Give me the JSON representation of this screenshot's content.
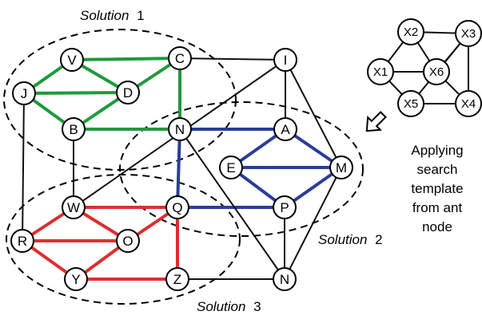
{
  "nodes": [
    {
      "id": "V",
      "label": "V",
      "group": "main"
    },
    {
      "id": "C",
      "label": "C",
      "group": "main"
    },
    {
      "id": "I",
      "label": "I",
      "group": "main"
    },
    {
      "id": "J",
      "label": "J",
      "group": "main"
    },
    {
      "id": "D",
      "label": "D",
      "group": "main"
    },
    {
      "id": "B",
      "label": "B",
      "group": "main"
    },
    {
      "id": "N1",
      "label": "N",
      "group": "main"
    },
    {
      "id": "A",
      "label": "A",
      "group": "main"
    },
    {
      "id": "E",
      "label": "E",
      "group": "main"
    },
    {
      "id": "M",
      "label": "M",
      "group": "main"
    },
    {
      "id": "W",
      "label": "W",
      "group": "main"
    },
    {
      "id": "Q",
      "label": "Q",
      "group": "main"
    },
    {
      "id": "P",
      "label": "P",
      "group": "main"
    },
    {
      "id": "R",
      "label": "R",
      "group": "main"
    },
    {
      "id": "O",
      "label": "O",
      "group": "main"
    },
    {
      "id": "Y",
      "label": "Y",
      "group": "main"
    },
    {
      "id": "Z",
      "label": "Z",
      "group": "main"
    },
    {
      "id": "N2",
      "label": "N",
      "group": "main"
    },
    {
      "id": "X2",
      "label": "X2",
      "group": "template"
    },
    {
      "id": "X3",
      "label": "X3",
      "group": "template"
    },
    {
      "id": "X1",
      "label": "X1",
      "group": "template"
    },
    {
      "id": "X6",
      "label": "X6",
      "group": "template"
    },
    {
      "id": "X5",
      "label": "X5",
      "group": "template"
    },
    {
      "id": "X4",
      "label": "X4",
      "group": "template"
    }
  ],
  "edges": [
    {
      "from": "V",
      "to": "C",
      "color": "green"
    },
    {
      "from": "V",
      "to": "J",
      "color": "green"
    },
    {
      "from": "V",
      "to": "D",
      "color": "green"
    },
    {
      "from": "J",
      "to": "D",
      "color": "green"
    },
    {
      "from": "J",
      "to": "B",
      "color": "green"
    },
    {
      "from": "D",
      "to": "B",
      "color": "green"
    },
    {
      "from": "D",
      "to": "C",
      "color": "green"
    },
    {
      "from": "C",
      "to": "N1",
      "color": "green"
    },
    {
      "from": "B",
      "to": "N1",
      "color": "green"
    },
    {
      "from": "N1",
      "to": "A",
      "color": "blue"
    },
    {
      "from": "N1",
      "to": "Q",
      "color": "blue"
    },
    {
      "from": "A",
      "to": "E",
      "color": "blue"
    },
    {
      "from": "A",
      "to": "M",
      "color": "blue"
    },
    {
      "from": "E",
      "to": "M",
      "color": "blue"
    },
    {
      "from": "E",
      "to": "P",
      "color": "blue"
    },
    {
      "from": "M",
      "to": "P",
      "color": "blue"
    },
    {
      "from": "Q",
      "to": "P",
      "color": "blue"
    },
    {
      "from": "W",
      "to": "Q",
      "color": "red"
    },
    {
      "from": "W",
      "to": "R",
      "color": "red"
    },
    {
      "from": "W",
      "to": "O",
      "color": "red"
    },
    {
      "from": "R",
      "to": "O",
      "color": "red"
    },
    {
      "from": "R",
      "to": "Y",
      "color": "red"
    },
    {
      "from": "O",
      "to": "Y",
      "color": "red"
    },
    {
      "from": "Q",
      "to": "O",
      "color": "red"
    },
    {
      "from": "Q",
      "to": "Z",
      "color": "red"
    },
    {
      "from": "Y",
      "to": "Z",
      "color": "red"
    },
    {
      "from": "C",
      "to": "I",
      "color": "black"
    },
    {
      "from": "J",
      "to": "R",
      "color": "black"
    },
    {
      "from": "B",
      "to": "W",
      "color": "black"
    },
    {
      "from": "I",
      "to": "W",
      "color": "black"
    },
    {
      "from": "I",
      "to": "A",
      "color": "black"
    },
    {
      "from": "I",
      "to": "M",
      "color": "black"
    },
    {
      "from": "N1",
      "to": "N2",
      "color": "black"
    },
    {
      "from": "P",
      "to": "N2",
      "color": "black"
    },
    {
      "from": "M",
      "to": "N2",
      "color": "black"
    },
    {
      "from": "Z",
      "to": "N2",
      "color": "black"
    },
    {
      "from": "X2",
      "to": "X3",
      "color": "black"
    },
    {
      "from": "X2",
      "to": "X1",
      "color": "black"
    },
    {
      "from": "X2",
      "to": "X6",
      "color": "black"
    },
    {
      "from": "X3",
      "to": "X6",
      "color": "black"
    },
    {
      "from": "X3",
      "to": "X4",
      "color": "black"
    },
    {
      "from": "X3",
      "to": "X5",
      "color": "black"
    },
    {
      "from": "X1",
      "to": "X6",
      "color": "black"
    },
    {
      "from": "X1",
      "to": "X5",
      "color": "black"
    },
    {
      "from": "X6",
      "to": "X4",
      "color": "black"
    },
    {
      "from": "X5",
      "to": "X4",
      "color": "black"
    }
  ],
  "colors": {
    "green": "#1e9a3c",
    "blue": "#2b3d9a",
    "red": "#dc2f2f",
    "black": "#111111",
    "node_fill": "#ffffff",
    "node_stroke": "#000000",
    "ellipse_stroke": "#000000",
    "arrow_fill": "#ffffff"
  },
  "solutions": [
    {
      "word": "Solution",
      "number": "1"
    },
    {
      "word": "Solution",
      "number": "2"
    },
    {
      "word": "Solution",
      "number": "3"
    }
  ],
  "caption": [
    "Applying",
    "search",
    "template",
    "from ant",
    "node"
  ],
  "arrow_icon": "hollow-arrow-down-left"
}
